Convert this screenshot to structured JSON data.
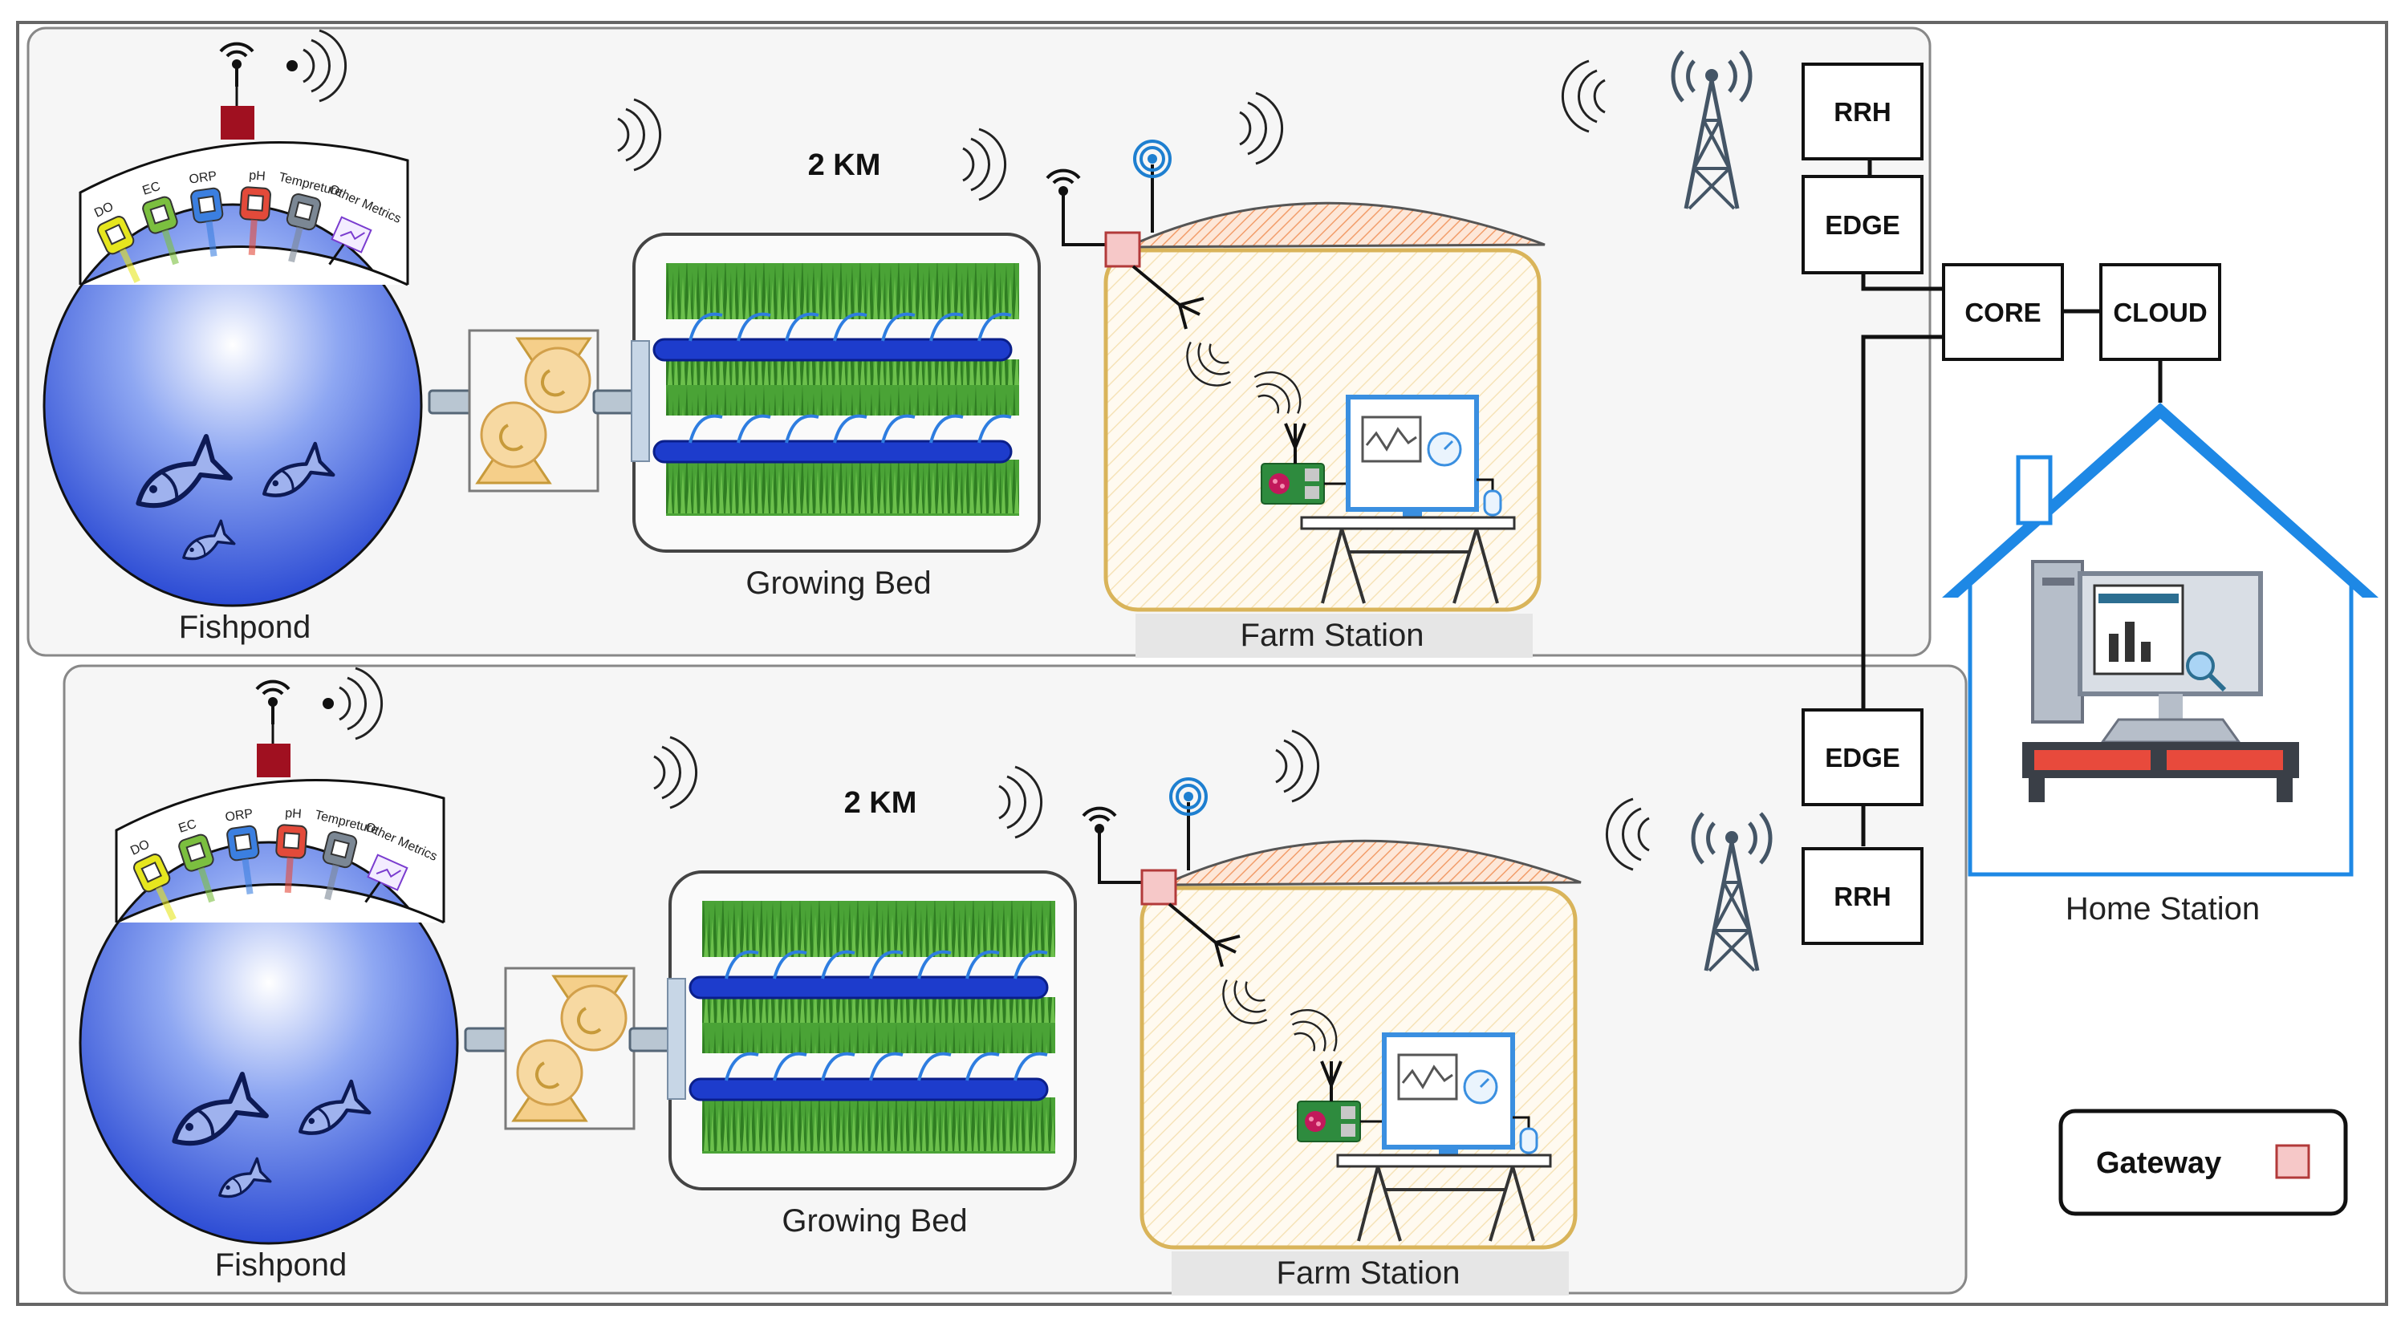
{
  "farms": [
    {
      "fishpond_label": "Fishpond",
      "growing_bed_label": "Growing Bed",
      "farm_station_label": "Farm Station",
      "distance_label": "2 KM",
      "sensors": [
        "DO",
        "EC",
        "ORP",
        "pH",
        "Tempreture",
        "Other Metrics"
      ]
    },
    {
      "fishpond_label": "Fishpond",
      "growing_bed_label": "Growing Bed",
      "farm_station_label": "Farm Station",
      "distance_label": "2 KM",
      "sensors": [
        "DO",
        "EC",
        "ORP",
        "pH",
        "Tempreture",
        "Other Metrics"
      ]
    }
  ],
  "network": {
    "rrh_top": "RRH",
    "edge_top": "EDGE",
    "core": "CORE",
    "cloud": "CLOUD",
    "edge_bottom": "EDGE",
    "rrh_bottom": "RRH"
  },
  "home_station_label": "Home Station",
  "legend": {
    "gateway_label": "Gateway"
  },
  "colors": {
    "water": "#1f43d6",
    "pipe": "#1d3ccc",
    "grass": "#3f9a2c",
    "house_outline": "#1e88e5",
    "gateway": "#f6c8c8",
    "sensor_node": "#a01020",
    "pump": "#f7d9a2",
    "station_wall": "#d9b45a",
    "roof": "#f3a978"
  },
  "icons": {
    "broadcast": "wireless-signal-icon",
    "tower": "cell-tower-icon",
    "raspberry_pi": "raspberry-pi-icon",
    "monitor": "monitor-icon",
    "home": "home-icon"
  }
}
